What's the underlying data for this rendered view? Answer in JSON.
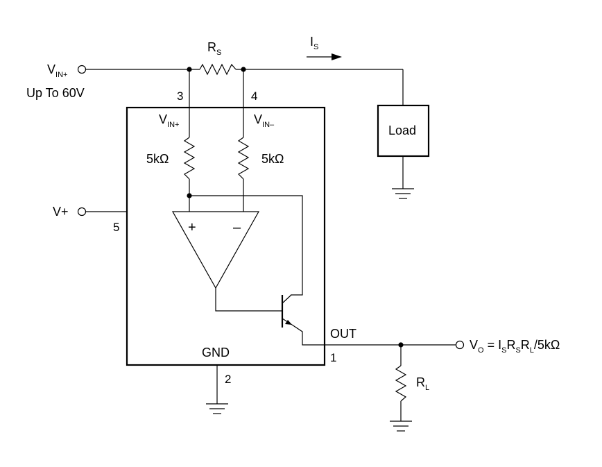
{
  "terminals": {
    "vin_plus": {
      "main": "V",
      "sub": "IN+"
    },
    "supply_range": "Up To 60V",
    "v_plus": "V+"
  },
  "sense_resistor": {
    "main": "R",
    "sub": "S"
  },
  "sense_current": {
    "main": "I",
    "sub": "S"
  },
  "load": "Load",
  "pins": {
    "pin3": "3",
    "pin4": "4",
    "pin5": "5",
    "pin2": "2",
    "pin1": "1"
  },
  "ic": {
    "vin_plus_label": {
      "main": "V",
      "sub": "IN+"
    },
    "vin_minus_label": {
      "main": "V",
      "sub": "IN–"
    },
    "r_left": "5kΩ",
    "r_right": "5kΩ",
    "op_plus": "+",
    "op_minus": "–",
    "gnd": "GND"
  },
  "out_label": "OUT",
  "load_resistor": {
    "main": "R",
    "sub": "L"
  },
  "output_formula": {
    "p1": "V",
    "s1": "O",
    "p2": " = I",
    "s2": "S",
    "p3": "R",
    "s3": "S",
    "p4": "R",
    "s4": "L",
    "p5": "/5kΩ"
  }
}
